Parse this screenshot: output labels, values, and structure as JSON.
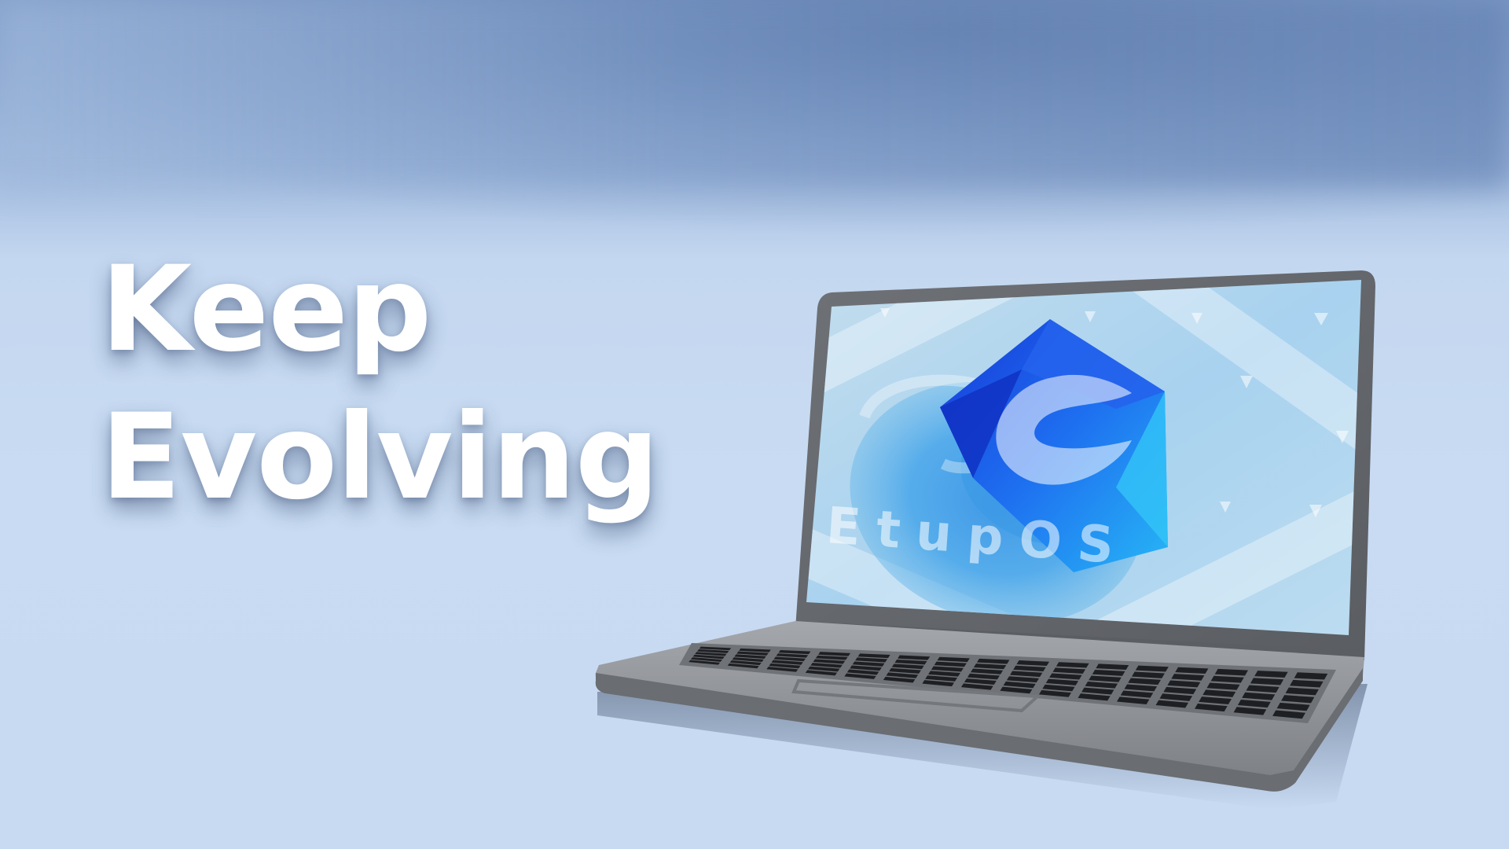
{
  "headline": {
    "line1": "Keep",
    "line2": "Evolving"
  },
  "screen": {
    "logo_text": "EtupOS"
  },
  "colors": {
    "background": "#c7daf2",
    "headline": "#ffffff",
    "laptop_body": "#8e9196",
    "screen_bg": "#a9d3ee",
    "logo_blue": "#1a55e8"
  }
}
